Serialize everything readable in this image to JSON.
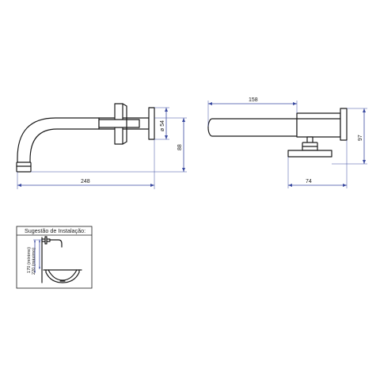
{
  "front_view": {
    "width_dim": "248",
    "height_dim": "88",
    "diameter_dim": "ø 54"
  },
  "side_view": {
    "length_dim": "158",
    "height_dim": "97",
    "depth_dim": "74"
  },
  "install": {
    "title": "Sugestão de Instalação:",
    "height_min": "170 (mínimo)",
    "height_max": "220 (máximo)"
  },
  "colors": {
    "lines": "#1a1a1a",
    "dimension": "#3a4aa0"
  }
}
